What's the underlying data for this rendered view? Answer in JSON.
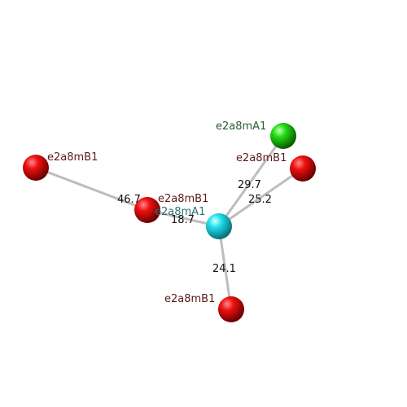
{
  "molecule": {
    "atoms": [
      {
        "id": "center",
        "label": "e2a8mA1",
        "element_color": "#1fd6e6",
        "label_color": "#2f6f73"
      },
      {
        "id": "green",
        "label": "e2a8mA1",
        "element_color": "#22c41a",
        "label_color": "#2a5a2a"
      },
      {
        "id": "red_right",
        "label": "e2a8mB1",
        "element_color": "#e00000",
        "label_color": "#5a1a1a"
      },
      {
        "id": "red_mid",
        "label": "e2a8mB1",
        "element_color": "#e00000",
        "label_color": "#5a1a1a"
      },
      {
        "id": "red_left",
        "label": "e2a8mB1",
        "element_color": "#e00000",
        "label_color": "#5a1a1a"
      },
      {
        "id": "red_bottom",
        "label": "e2a8mB1",
        "element_color": "#e00000",
        "label_color": "#5a1a1a"
      }
    ],
    "bonds": [
      {
        "from": "center",
        "to": "green",
        "distance": "29.7"
      },
      {
        "from": "center",
        "to": "red_right",
        "distance": "25.2"
      },
      {
        "from": "center",
        "to": "red_mid",
        "distance": "18.7"
      },
      {
        "from": "red_mid",
        "to": "red_left",
        "distance": "46.7"
      },
      {
        "from": "center",
        "to": "red_bottom",
        "distance": "24.1"
      }
    ]
  }
}
